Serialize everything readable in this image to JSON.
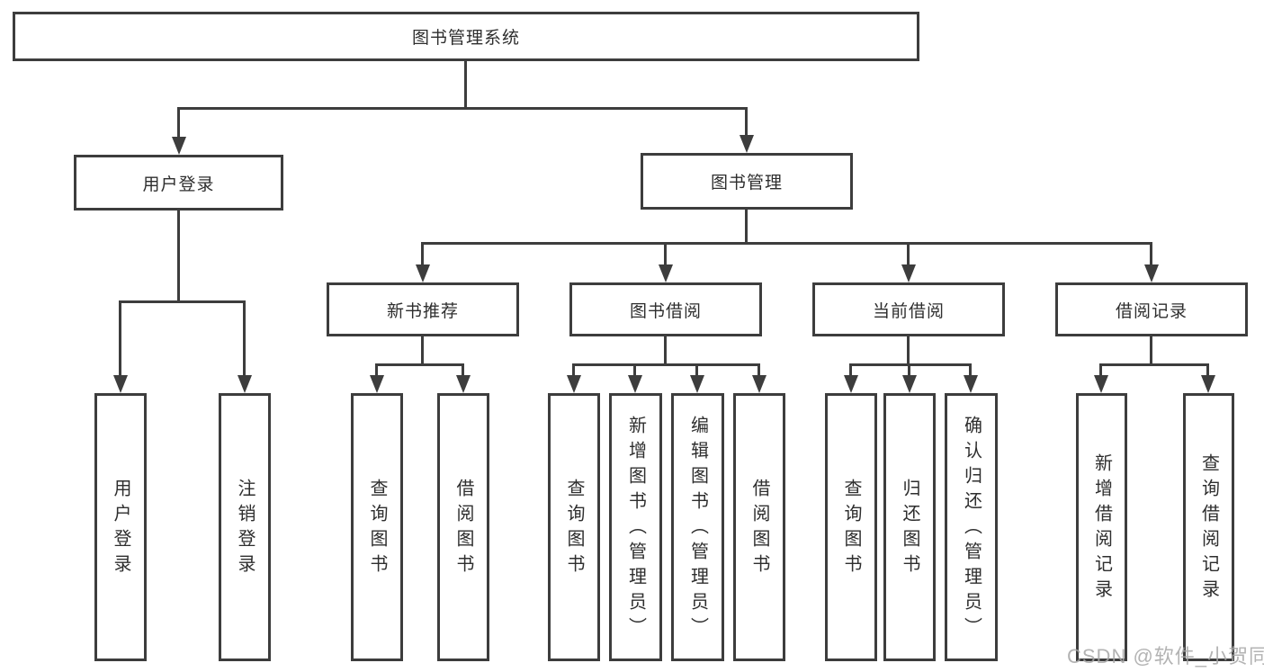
{
  "diagram": {
    "root_label": "图书管理系统",
    "branches": [
      {
        "label": "用户登录",
        "leaves": [
          "用户登录",
          "注销登录"
        ]
      },
      {
        "label": "图书管理",
        "sections": [
          {
            "label": "新书推荐",
            "leaves": [
              "查询图书",
              "借阅图书"
            ]
          },
          {
            "label": "图书借阅",
            "leaves": [
              "查询图书",
              "新增图书（管理员）",
              "编辑图书（管理员）",
              "借阅图书"
            ]
          },
          {
            "label": "当前借阅",
            "leaves": [
              "查询图书",
              "归还图书",
              "确认归还（管理员）"
            ]
          },
          {
            "label": "借阅记录",
            "leaves": [
              "新增借阅记录",
              "查询借阅记录"
            ]
          }
        ]
      }
    ]
  },
  "watermark": "CSDN @软件_小贺同学",
  "colors": {
    "line": "#3d3d3d",
    "text": "#2e2e2e",
    "background": "#ffffff",
    "watermark": "#a6a6a6"
  }
}
